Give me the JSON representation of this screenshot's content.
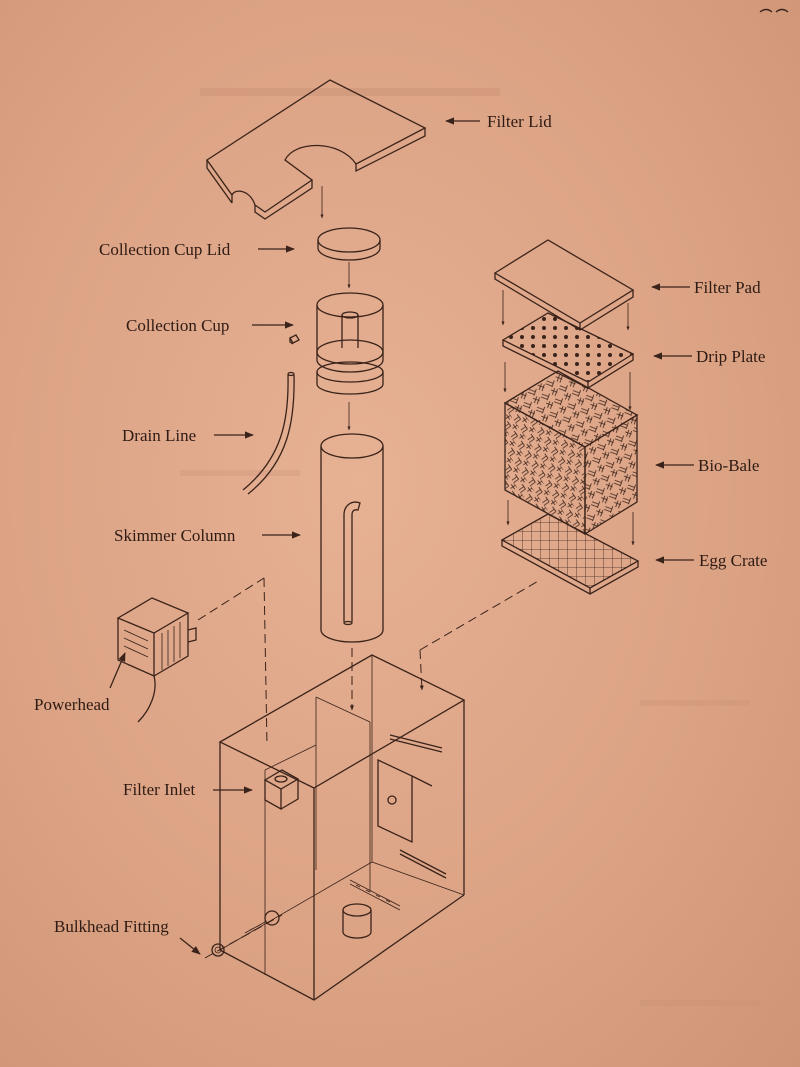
{
  "labels": {
    "filter_lid": "Filter Lid",
    "collection_cup_lid": "Collection Cup Lid",
    "collection_cup": "Collection Cup",
    "drain_line": "Drain Line",
    "skimmer_column": "Skimmer Column",
    "powerhead": "Powerhead",
    "filter_inlet": "Filter Inlet",
    "bulkhead_fitting": "Bulkhead Fitting",
    "filter_pad": "Filter Pad",
    "drip_plate": "Drip Plate",
    "bio_bale": "Bio-Bale",
    "egg_crate": "Egg Crate"
  },
  "colors": {
    "paper": "#dca385",
    "ink": "#3a231a"
  }
}
